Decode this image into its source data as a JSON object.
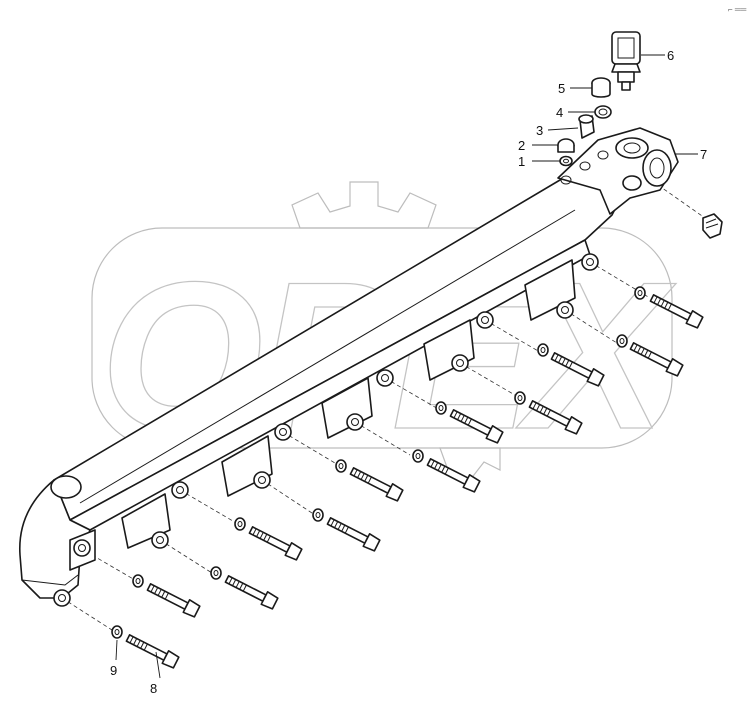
{
  "watermark": {
    "text": "OPEX"
  },
  "corner_mark": "⌐ ══",
  "callouts": [
    {
      "id": "1",
      "label": "1"
    },
    {
      "id": "2",
      "label": "2"
    },
    {
      "id": "3",
      "label": "3"
    },
    {
      "id": "4",
      "label": "4"
    },
    {
      "id": "5",
      "label": "5"
    },
    {
      "id": "6",
      "label": "6"
    },
    {
      "id": "7",
      "label": "7"
    },
    {
      "id": "8",
      "label": "8"
    },
    {
      "id": "9",
      "label": "9"
    }
  ]
}
